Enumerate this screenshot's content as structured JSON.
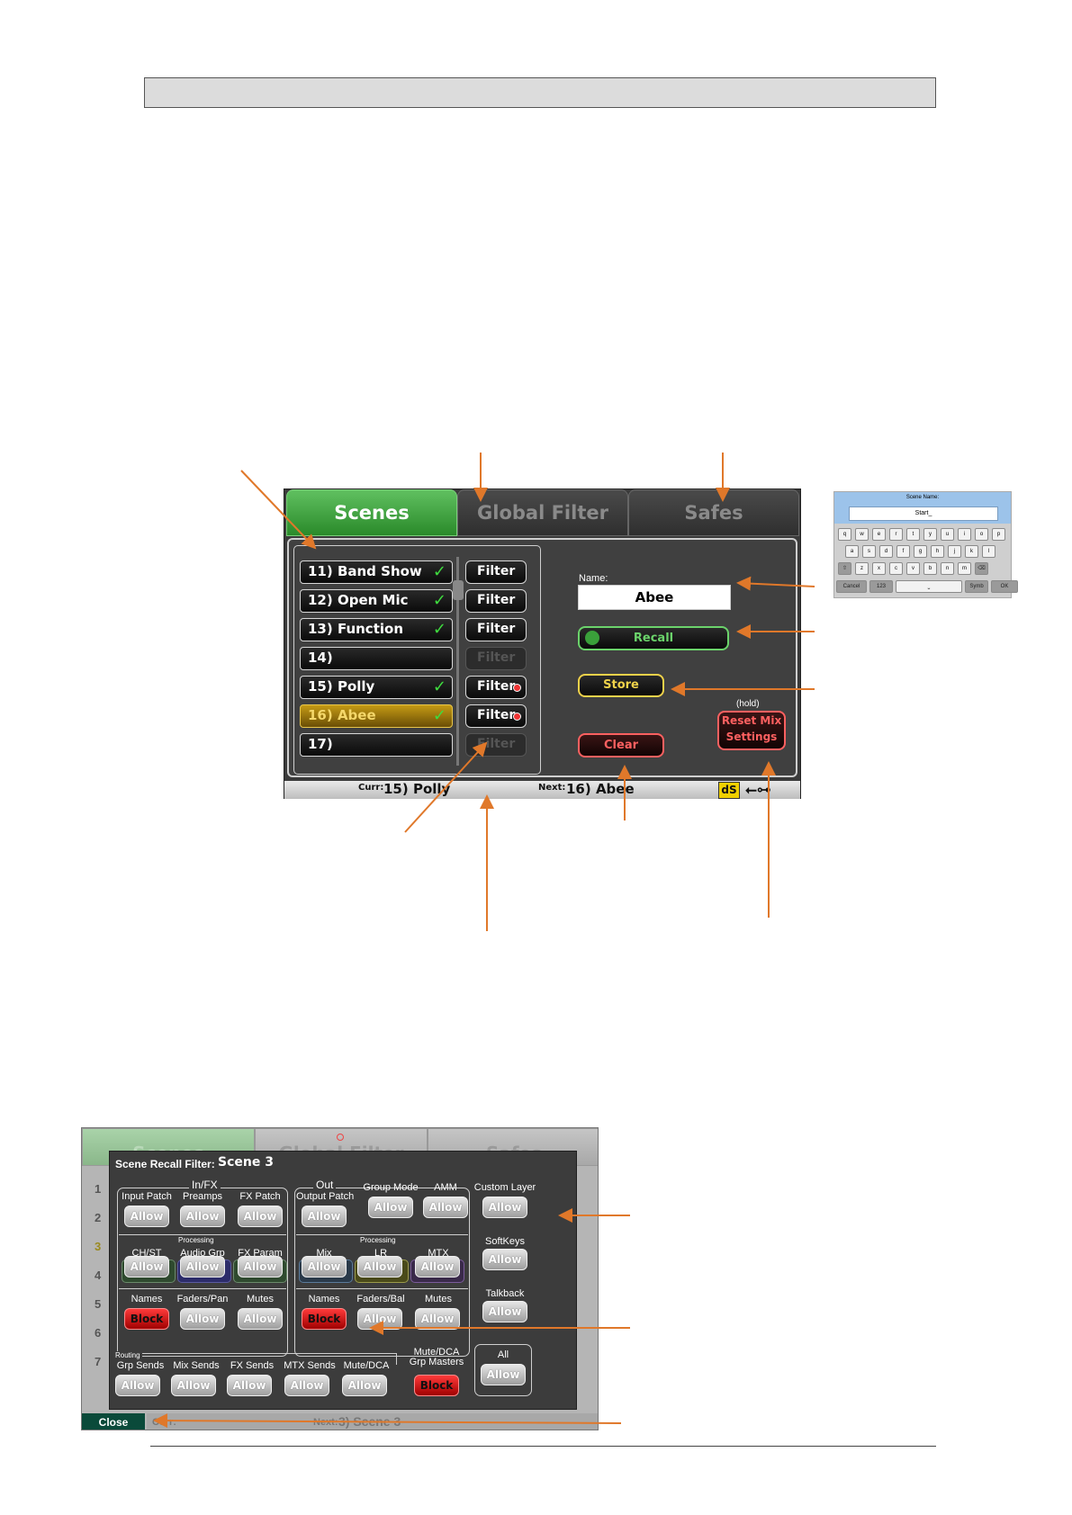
{
  "scenes_screen": {
    "tabs": [
      "Scenes",
      "Global Filter",
      "Safes"
    ],
    "scenes": [
      {
        "label": "11) Band Show",
        "check": "✓",
        "filter": "Filter"
      },
      {
        "label": "12) Open Mic",
        "check": "✓",
        "filter": "Filter"
      },
      {
        "label": "13) Function",
        "check": "✓",
        "filter": "Filter"
      },
      {
        "label": "14)",
        "check": "",
        "filter": "Filter"
      },
      {
        "label": "15) Polly",
        "check": "✓",
        "filter": "Filter"
      },
      {
        "label": "16) Abee",
        "check": "✓",
        "filter": "Filter"
      },
      {
        "label": "17)",
        "check": "",
        "filter": "Filter"
      }
    ],
    "name_label": "Name:",
    "name_value": "Abee",
    "recall_label": "Recall",
    "store_label": "Store",
    "clear_label": "Clear",
    "hold_label": "(hold)",
    "reset_label_line1": "Reset Mix",
    "reset_label_line2": "Settings",
    "status_curr_prefix": "Curr:",
    "status_curr": "15) Polly",
    "status_next_prefix": "Next:",
    "status_next": "16) Abee",
    "ds_badge": "dS",
    "usb_icon": "usb-icon",
    "colors": {
      "active_tab": "#3c9a3c",
      "recall": "#6bd36b",
      "store": "#f0d24a",
      "clear": "#ff6060",
      "selected_scene": "#c59a14"
    }
  },
  "keyboard": {
    "title": "Scene Name:",
    "input": "Start_",
    "row1": [
      "q",
      "w",
      "e",
      "r",
      "t",
      "y",
      "u",
      "i",
      "o",
      "p"
    ],
    "row2": [
      "a",
      "s",
      "d",
      "f",
      "g",
      "h",
      "j",
      "k",
      "l"
    ],
    "row3": [
      "⇧",
      "z",
      "x",
      "c",
      "v",
      "b",
      "n",
      "m",
      "⌫"
    ],
    "row4": [
      "Cancel",
      "123",
      "⎵",
      "Symb",
      "OK"
    ]
  },
  "filter_screen": {
    "bg_tabs": [
      "Scenes",
      "Global Filter",
      "Safes"
    ],
    "title_label": "Scene Recall Filter:",
    "title_scene": "Scene 3",
    "in_fx": "In/FX",
    "input_patch": "Input Patch",
    "preamps": "Preamps",
    "fx_patch": "FX Patch",
    "processing": "Processing",
    "ch_st": "CH/ST",
    "audio_grp": "Audio Grp",
    "fx_param": "FX Param",
    "names": "Names",
    "faders_pan": "Faders/Pan",
    "mutes": "Mutes",
    "out": "Out",
    "output_patch": "Output Patch",
    "mix": "Mix",
    "lr": "LR",
    "mtx": "MTX",
    "faders_bal": "Faders/Bal",
    "group_mode": "Group Mode",
    "amm": "AMM",
    "custom_layer": "Custom Layer",
    "softkeys": "SoftKeys",
    "talkback": "Talkback",
    "routing": "Routing",
    "grp_sends": "Grp Sends",
    "mix_sends": "Mix Sends",
    "fx_sends": "FX Sends",
    "mtx_sends": "MTX Sends",
    "mute_dca": "Mute/DCA",
    "mute_dca_grp_l1": "Mute/DCA",
    "mute_dca_grp_l2": "Grp Masters",
    "all": "All",
    "allow": "Allow",
    "block": "Block",
    "close": "Close",
    "curr": "Curr:",
    "next": "Next:",
    "next_scene": "3) Scene 3",
    "row_numbers": [
      "1",
      "2",
      "3",
      "4",
      "5",
      "6",
      "7"
    ]
  }
}
